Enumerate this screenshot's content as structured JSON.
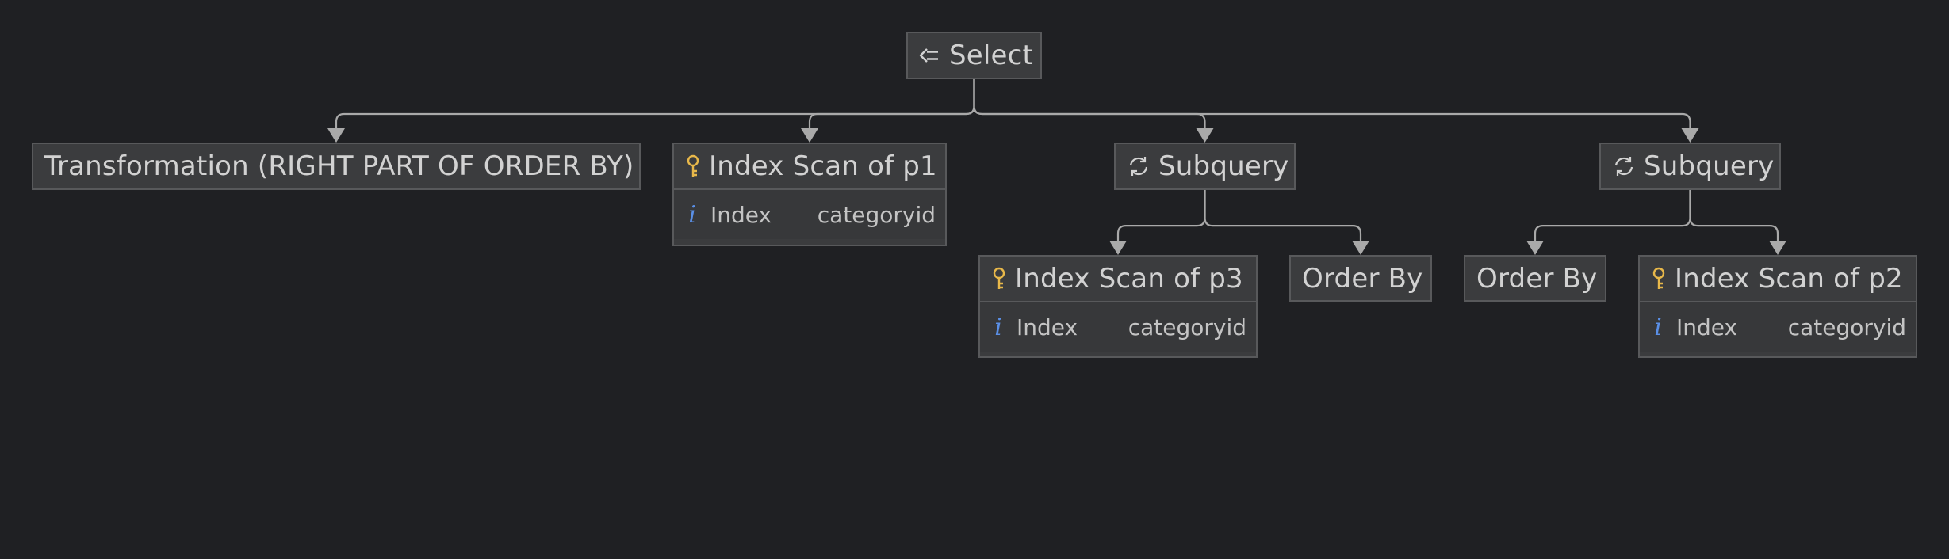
{
  "diagram": {
    "background": "#1f2023",
    "node_fill": "#3b3c3e",
    "node_border": "#58595b",
    "edge_color": "#a9a9a9",
    "key_icon_color": "#e8b84a",
    "info_icon_color": "#5a8fe6",
    "nodes": {
      "select": {
        "title": "Select",
        "icon": "arrow-left-icon"
      },
      "transformation": {
        "title": "Transformation (RIGHT PART OF ORDER BY)"
      },
      "scan_p1": {
        "title": "Index Scan of p1",
        "icon": "key-icon",
        "row_key": "Index",
        "row_value": "categoryid",
        "row_icon": "i"
      },
      "subquery_1": {
        "title": "Subquery",
        "icon": "refresh-icon"
      },
      "subquery_2": {
        "title": "Subquery",
        "icon": "refresh-icon"
      },
      "scan_p3": {
        "title": "Index Scan of p3",
        "icon": "key-icon",
        "row_key": "Index",
        "row_value": "categoryid",
        "row_icon": "i"
      },
      "order_by_1": {
        "title": "Order By"
      },
      "order_by_2": {
        "title": "Order By"
      },
      "scan_p2": {
        "title": "Index Scan of p2",
        "icon": "key-icon",
        "row_key": "Index",
        "row_value": "categoryid",
        "row_icon": "i"
      }
    },
    "edges": [
      [
        "select",
        "transformation"
      ],
      [
        "select",
        "scan_p1"
      ],
      [
        "select",
        "subquery_1"
      ],
      [
        "select",
        "subquery_2"
      ],
      [
        "subquery_1",
        "scan_p3"
      ],
      [
        "subquery_1",
        "order_by_1"
      ],
      [
        "subquery_2",
        "order_by_2"
      ],
      [
        "subquery_2",
        "scan_p2"
      ]
    ]
  }
}
